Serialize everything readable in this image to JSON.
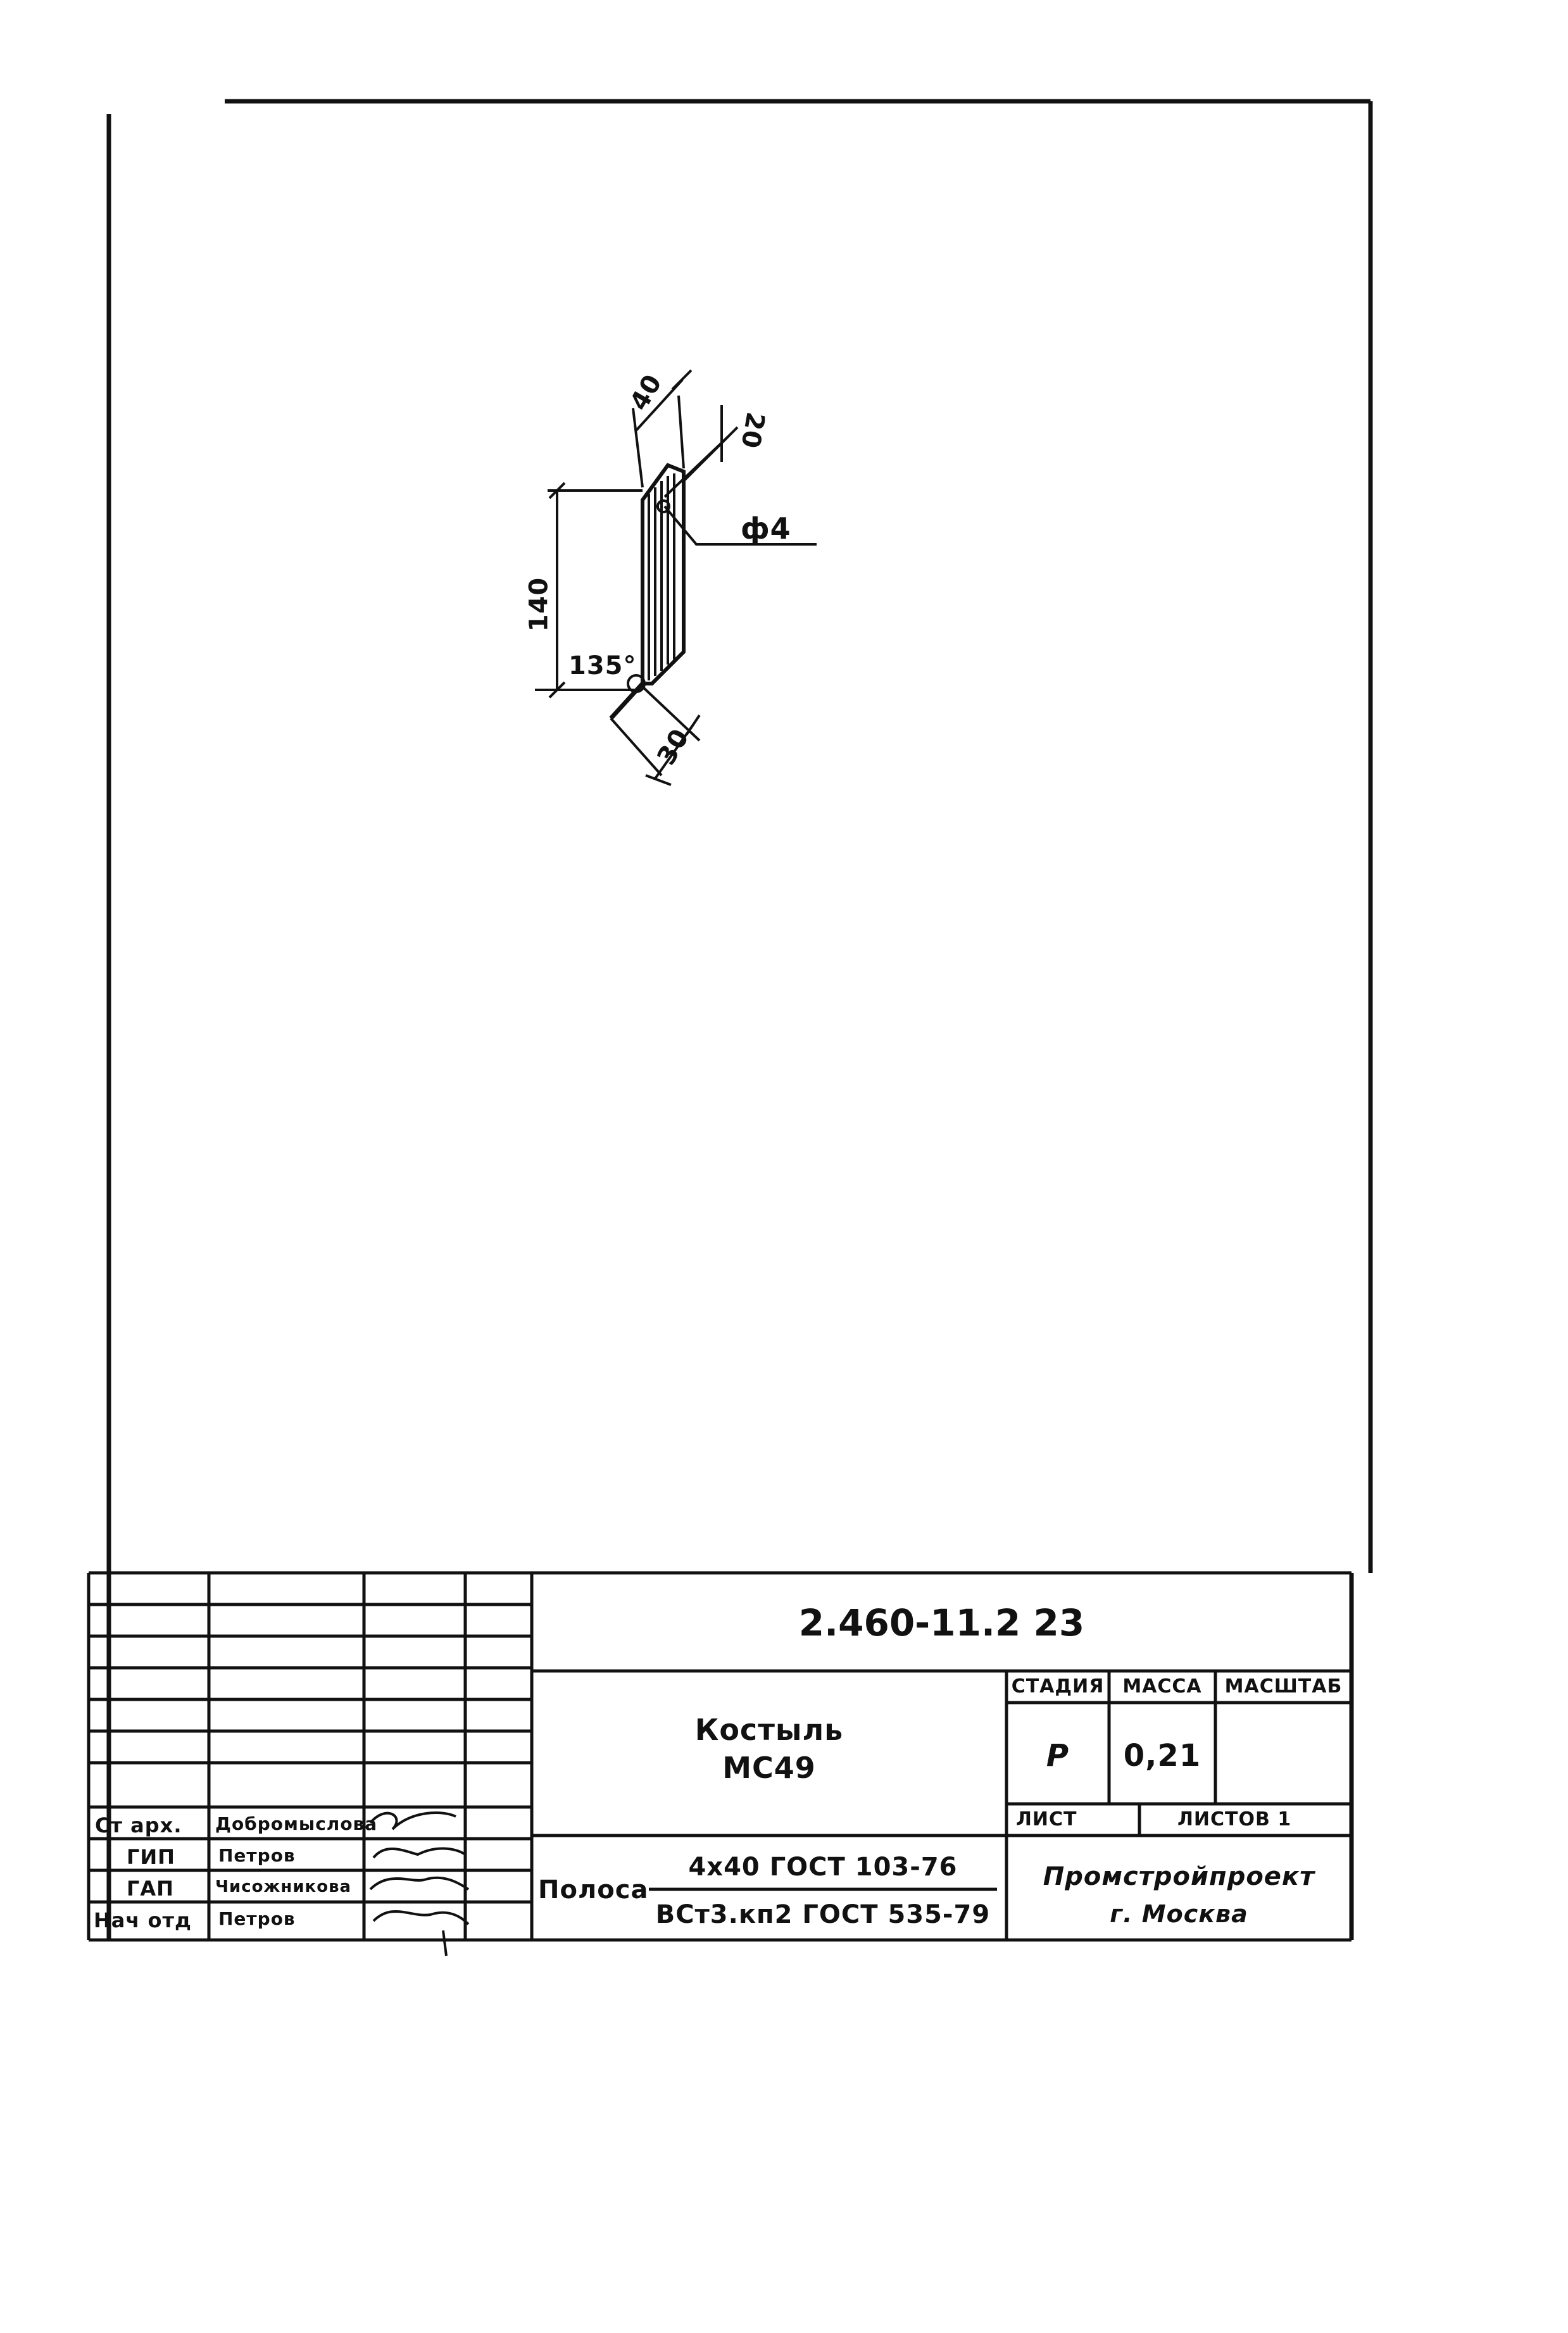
{
  "drawing": {
    "dim_40": "40",
    "dim_20": "20",
    "dim_diam": "ф4",
    "dim_140": "140",
    "dim_angle": "135°",
    "dim_30": "30"
  },
  "title_block": {
    "doc_number": "2.460-11.2 23",
    "name_line1": "Костыль",
    "name_line2": "МС49",
    "stage_header": "СТАДИЯ",
    "mass_header": "МАССА",
    "scale_header": "МАСШТАБ",
    "stage_value": "Р",
    "mass_value": "0,21",
    "sheet_label": "ЛИСТ",
    "sheets_label": "ЛИСТОВ 1",
    "material_prefix": "Полоса",
    "material_top": "4х40 ГОСТ 103-76",
    "material_bottom": "ВСт3.кп2 ГОСТ 535-79",
    "organization_line1": "Промстройпроект",
    "organization_line2": "г. Москва",
    "signatures": [
      {
        "role": "Ст арх.",
        "name": "Добромыслова"
      },
      {
        "role": "ГИП",
        "name": "Петров"
      },
      {
        "role": "ГАП",
        "name": "Чисожникова"
      },
      {
        "role": "Нач отд",
        "name": "Петров"
      }
    ]
  }
}
